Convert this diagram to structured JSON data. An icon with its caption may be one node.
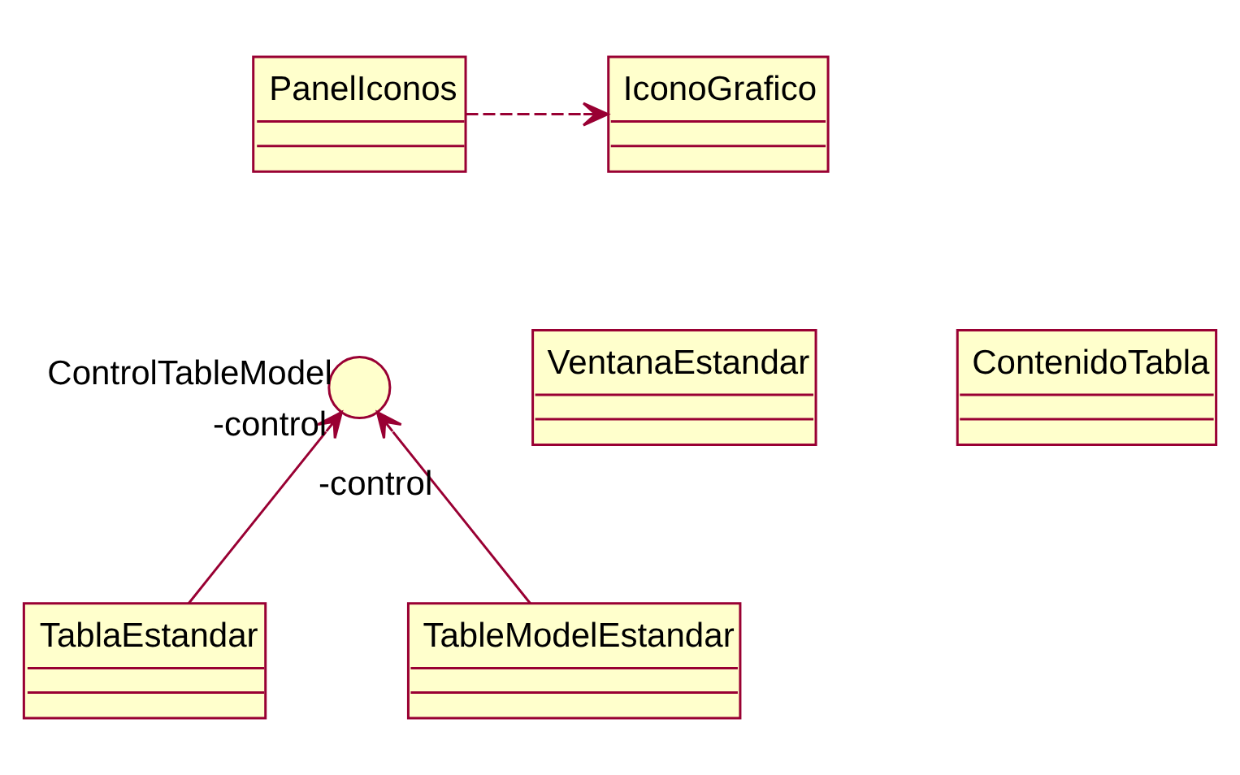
{
  "diagram": {
    "nodes": [
      {
        "text": [
          "PanelIconos"
        ]
      },
      {
        "text": [
          "IconoGrafico"
        ]
      },
      {
        "text": [
          "VentanaEstandar"
        ]
      },
      {
        "text": [],
        "shape": "circle",
        "beside": [
          "ControlTableModel"
        ]
      },
      {
        "text": [
          "ContenidoTabla"
        ]
      },
      {
        "text": [
          "TablaEstandar"
        ]
      },
      {
        "text": [
          "TableModelEstandar"
        ]
      }
    ],
    "edges": [
      {
        "from": 0,
        "to": 1,
        "arrow": "to",
        "style": "dashed"
      },
      {
        "from": 5,
        "to": 3,
        "arrow": "to",
        "label": "-control"
      },
      {
        "from": 6,
        "to": 3,
        "arrow": "to",
        "label": "-control"
      }
    ]
  }
}
